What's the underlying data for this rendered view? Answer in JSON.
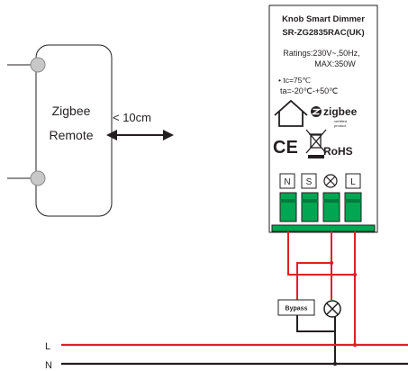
{
  "remote": {
    "title": "Zigbee",
    "subtitle": "Remote"
  },
  "distance": {
    "label": "< 10cm"
  },
  "device": {
    "name": "Knob Smart Dimmer",
    "model": "SR-ZG2835RAC(UK)",
    "ratings_line1": "Ratings:230V~,50Hz,",
    "ratings_line2": "MAX:350W",
    "tc": "• tc=75℃",
    "ta": "ta=-20℃-+50℃",
    "zigbee_logo_text": "zigbee",
    "zigbee_logo_sub1": "certified",
    "zigbee_logo_sub2": "product",
    "ce_mark": "CE",
    "rohs_mark": "RoHS",
    "terminals": [
      "N",
      "S",
      "⊗",
      "L"
    ]
  },
  "bypass": {
    "label": "Bypass"
  },
  "mains": {
    "live_label": "L",
    "neutral_label": "N"
  },
  "colors": {
    "live_wire": "#e21e26",
    "neutral_wire": "#231f20",
    "terminal_green": "#00a651",
    "line": "#231f20",
    "remote_button": "#c8c8c8"
  }
}
